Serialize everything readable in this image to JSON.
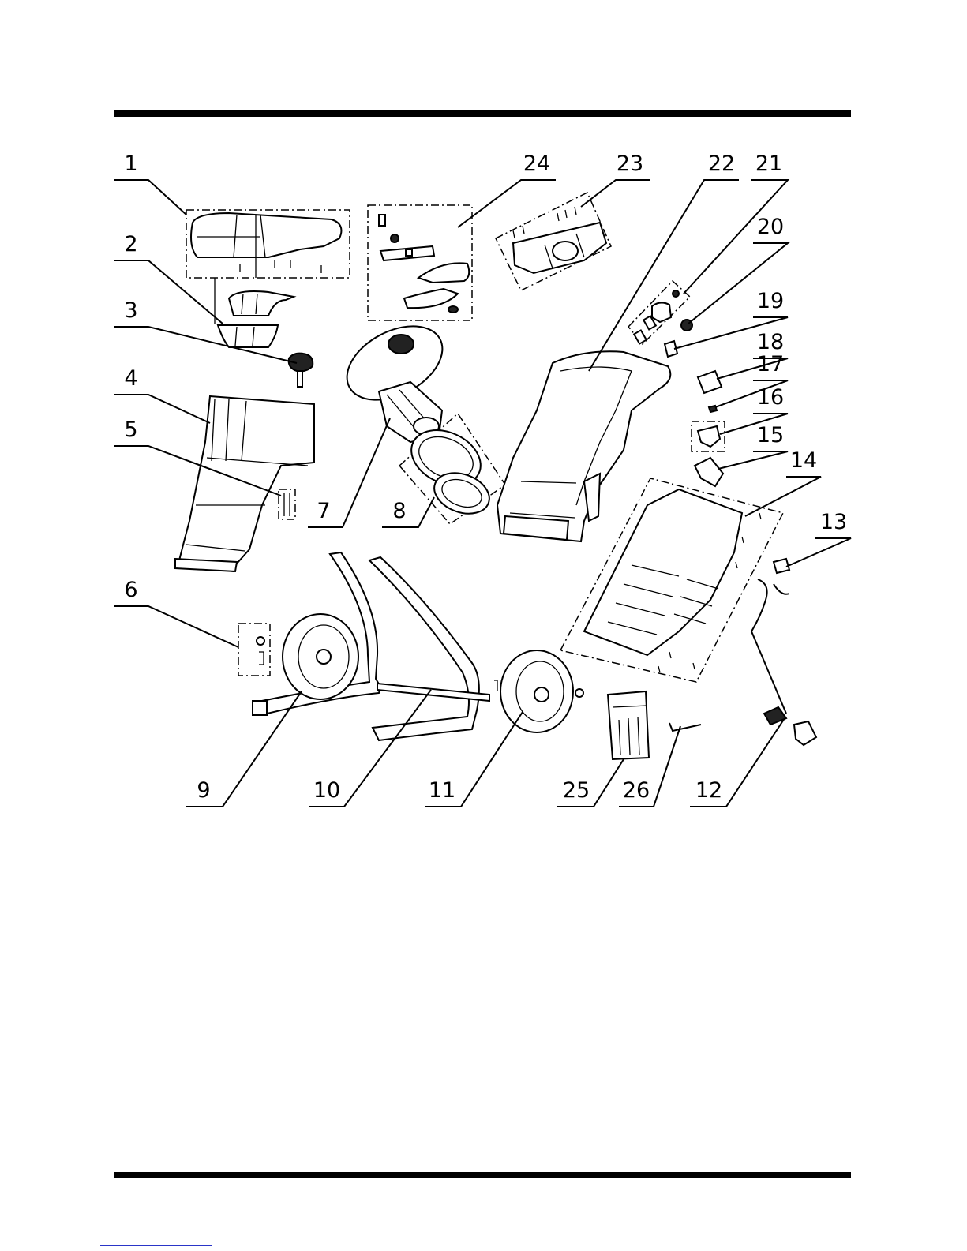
{
  "callouts": [
    {
      "number": "1"
    },
    {
      "number": "2"
    },
    {
      "number": "3"
    },
    {
      "number": "4"
    },
    {
      "number": "5"
    },
    {
      "number": "6"
    },
    {
      "number": "7"
    },
    {
      "number": "8"
    },
    {
      "number": "9"
    },
    {
      "number": "10"
    },
    {
      "number": "11"
    },
    {
      "number": "12"
    },
    {
      "number": "13"
    },
    {
      "number": "14"
    },
    {
      "number": "15"
    },
    {
      "number": "16"
    },
    {
      "number": "17"
    },
    {
      "number": "18"
    },
    {
      "number": "19"
    },
    {
      "number": "20"
    },
    {
      "number": "21"
    },
    {
      "number": "22"
    },
    {
      "number": "23"
    },
    {
      "number": "24"
    },
    {
      "number": "25"
    },
    {
      "number": "26"
    }
  ],
  "colors": {
    "ink": "#000000",
    "paper": "#ffffff",
    "link": "#2a35c8"
  }
}
